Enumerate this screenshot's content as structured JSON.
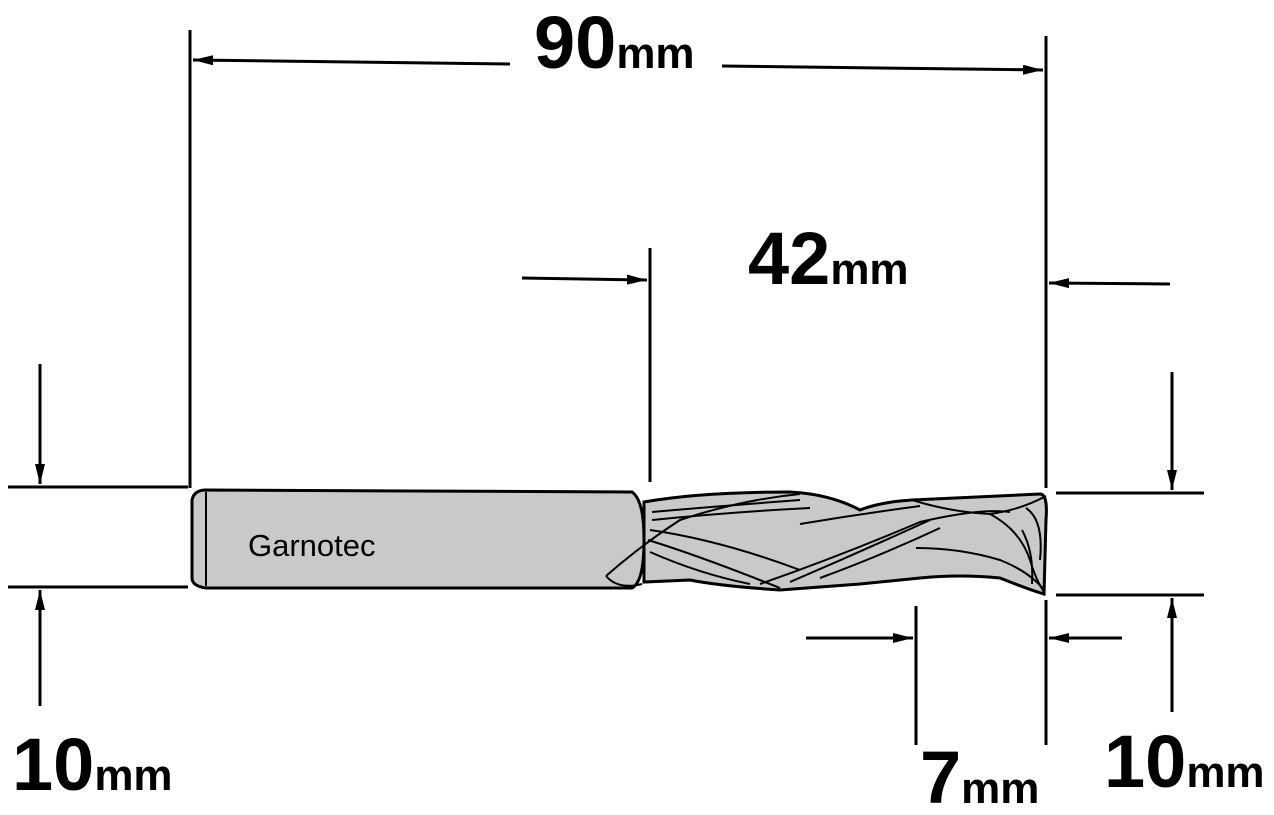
{
  "brand": "Garnotec",
  "dimensions": {
    "overall_length": {
      "value": "90",
      "unit": "mm"
    },
    "cutting_length": {
      "value": "42",
      "unit": "mm"
    },
    "shank_diameter": {
      "value": "10",
      "unit": "mm"
    },
    "cutting_diameter": {
      "value": "10",
      "unit": "mm"
    },
    "spiral_length": {
      "value": "7",
      "unit": "mm"
    }
  },
  "colors": {
    "tool_fill": "#c9c9c9",
    "line": "#000000",
    "background": "#ffffff"
  }
}
